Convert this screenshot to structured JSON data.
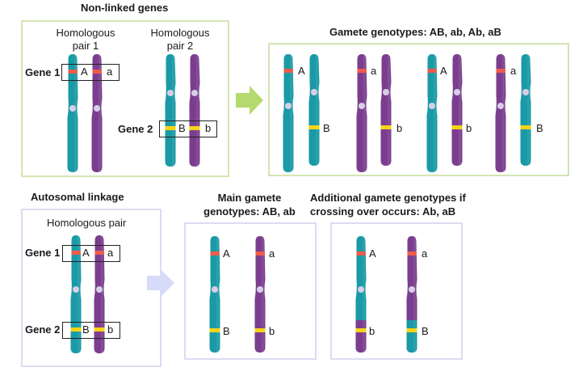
{
  "colors": {
    "teal": "#1a9aa6",
    "teal_dark": "#127a85",
    "purple": "#7b3e8f",
    "purple_dark": "#5f2c70",
    "red_band": "#ef5b4b",
    "yellow_band": "#f7d417",
    "centromere": "#d7cfe6",
    "green_border": "#c5dc9a",
    "green_arrow": "#b5d96c",
    "lavender_border": "#cfd0ee",
    "lavender_arrow": "#d8dafa"
  },
  "top": {
    "title": "Non-linked genes",
    "pair1_label": "Homologous\npair 1",
    "pair2_label": "Homologous\npair 2",
    "gene1_label": "Gene 1",
    "gene2_label": "Gene 2",
    "gene1_alleles": [
      "A",
      "a"
    ],
    "gene2_alleles": [
      "B",
      "b"
    ],
    "gamete_title": "Gamete genotypes: AB, ab, Ab, aB",
    "gametes": [
      {
        "gene1": "A",
        "gene2": "B"
      },
      {
        "gene1": "a",
        "gene2": "b"
      },
      {
        "gene1": "A",
        "gene2": "b"
      },
      {
        "gene1": "a",
        "gene2": "B"
      }
    ]
  },
  "bottom": {
    "title": "Autosomal linkage",
    "pair_label": "Homologous pair",
    "gene1_label": "Gene 1",
    "gene2_label": "Gene 2",
    "alleles": [
      {
        "gene1": "A",
        "gene2": "B"
      },
      {
        "gene1": "a",
        "gene2": "b"
      }
    ],
    "main_title": "Main gamete\ngenotypes: AB, ab",
    "main_gametes": [
      {
        "gene1": "A",
        "gene2": "B"
      },
      {
        "gene1": "a",
        "gene2": "b"
      }
    ],
    "crossover_title": "Additional gamete genotypes if\ncrossing over occurs: Ab, aB",
    "crossover_gametes": [
      {
        "gene1": "A",
        "gene2": "b"
      },
      {
        "gene1": "a",
        "gene2": "B"
      }
    ]
  }
}
